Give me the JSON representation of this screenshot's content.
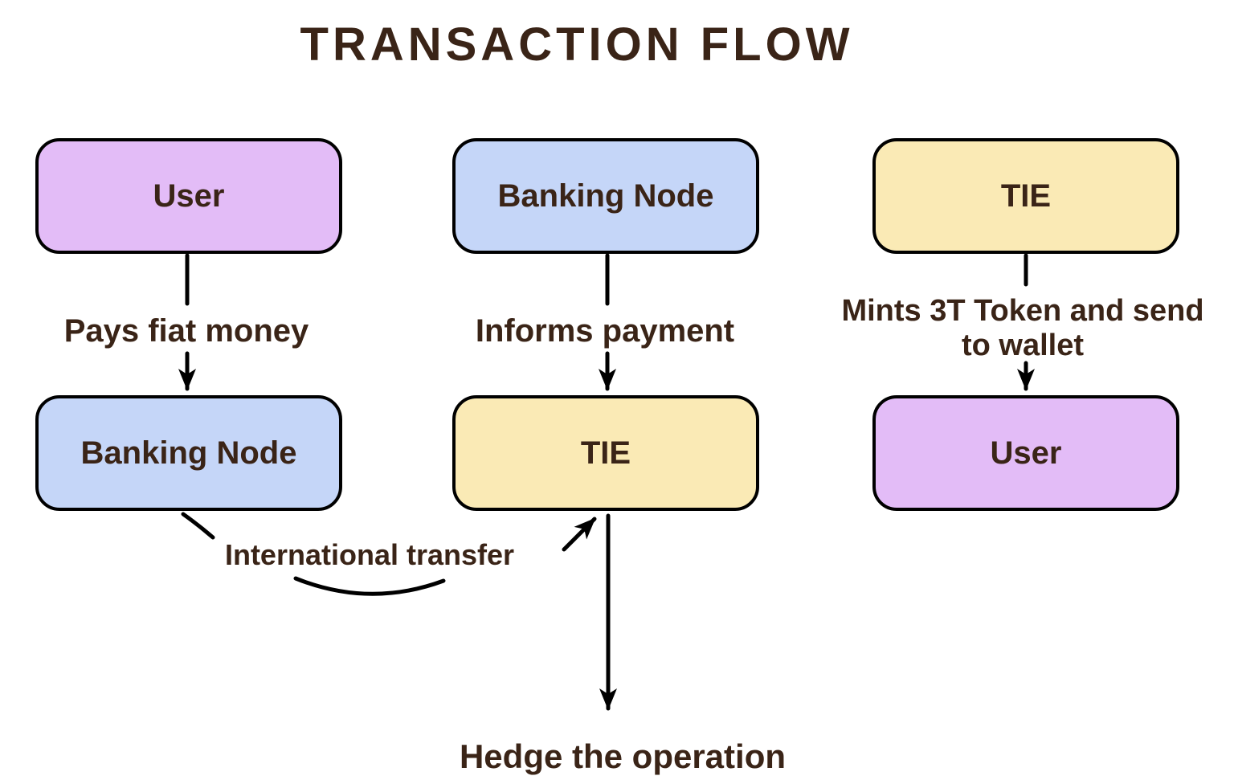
{
  "title": "TRANSACTION FLOW",
  "palette": {
    "purple": "#E3BCF7",
    "blue": "#C5D6F8",
    "yellow": "#FAEAB5",
    "border": "#000000",
    "text": "#3A2417"
  },
  "nodes": [
    {
      "id": "user-top",
      "label": "User",
      "color": "purple"
    },
    {
      "id": "banking-top",
      "label": "Banking Node",
      "color": "blue"
    },
    {
      "id": "tie-top",
      "label": "TIE",
      "color": "yellow"
    },
    {
      "id": "banking-bottom",
      "label": "Banking Node",
      "color": "blue"
    },
    {
      "id": "tie-middle",
      "label": "TIE",
      "color": "yellow"
    },
    {
      "id": "user-bottom",
      "label": "User",
      "color": "purple"
    }
  ],
  "edges": [
    {
      "from": "User",
      "to": "Banking Node",
      "label": "Pays fiat money"
    },
    {
      "from": "Banking Node",
      "to": "TIE",
      "label": "Informs payment"
    },
    {
      "from": "TIE",
      "to": "User",
      "label": "Mints 3T Token and send to wallet"
    },
    {
      "from": "Banking Node",
      "to": "TIE",
      "label": "International transfer"
    },
    {
      "from": "TIE",
      "to": "",
      "label": "Hedge the operation"
    }
  ],
  "edge_labels": {
    "pays": "Pays fiat money",
    "informs": "Informs payment",
    "mints_line1": "Mints 3T Token and send",
    "mints_line2": "to wallet",
    "international": "International transfer",
    "hedge": "Hedge the operation"
  }
}
